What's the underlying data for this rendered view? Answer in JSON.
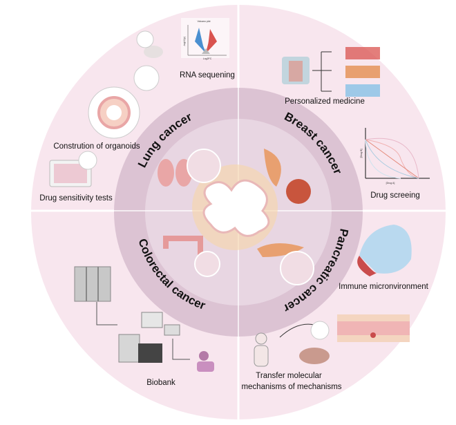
{
  "colors": {
    "outer": "#f8e6ee",
    "ring": "#dcc3d3",
    "inner": "#e8d6e2",
    "divider": "#ffffff",
    "accent_blue": "#4a8fd0",
    "accent_red": "#d9534f"
  },
  "sections": {
    "lung": {
      "title": "Lung cancer"
    },
    "breast": {
      "title": "Breast cancer"
    },
    "colorectal": {
      "title": "Colorectal cancer"
    },
    "pancreatic": {
      "title": "Pancreatic cancer"
    }
  },
  "labels": {
    "rna": "RNA sequening",
    "organoids": "Constrution of organoids",
    "drug_sensitivity": "Drug sensitivity tests",
    "personalized": "Personalized medicine",
    "drug_screening": "Drug screeing",
    "immune": "Immune micronvironment",
    "transfer_1": "Transfer molecular",
    "transfer_2": "mechanisms of mechanisms",
    "biobank": "Biobank"
  },
  "volcano": {
    "title": "Volcano plot",
    "xlabel": "Log2FC",
    "ylabel": "-log10(p)"
  },
  "drug_chart": {
    "xlabel": "[Drug A]",
    "ylabel": "[Drug B]"
  }
}
